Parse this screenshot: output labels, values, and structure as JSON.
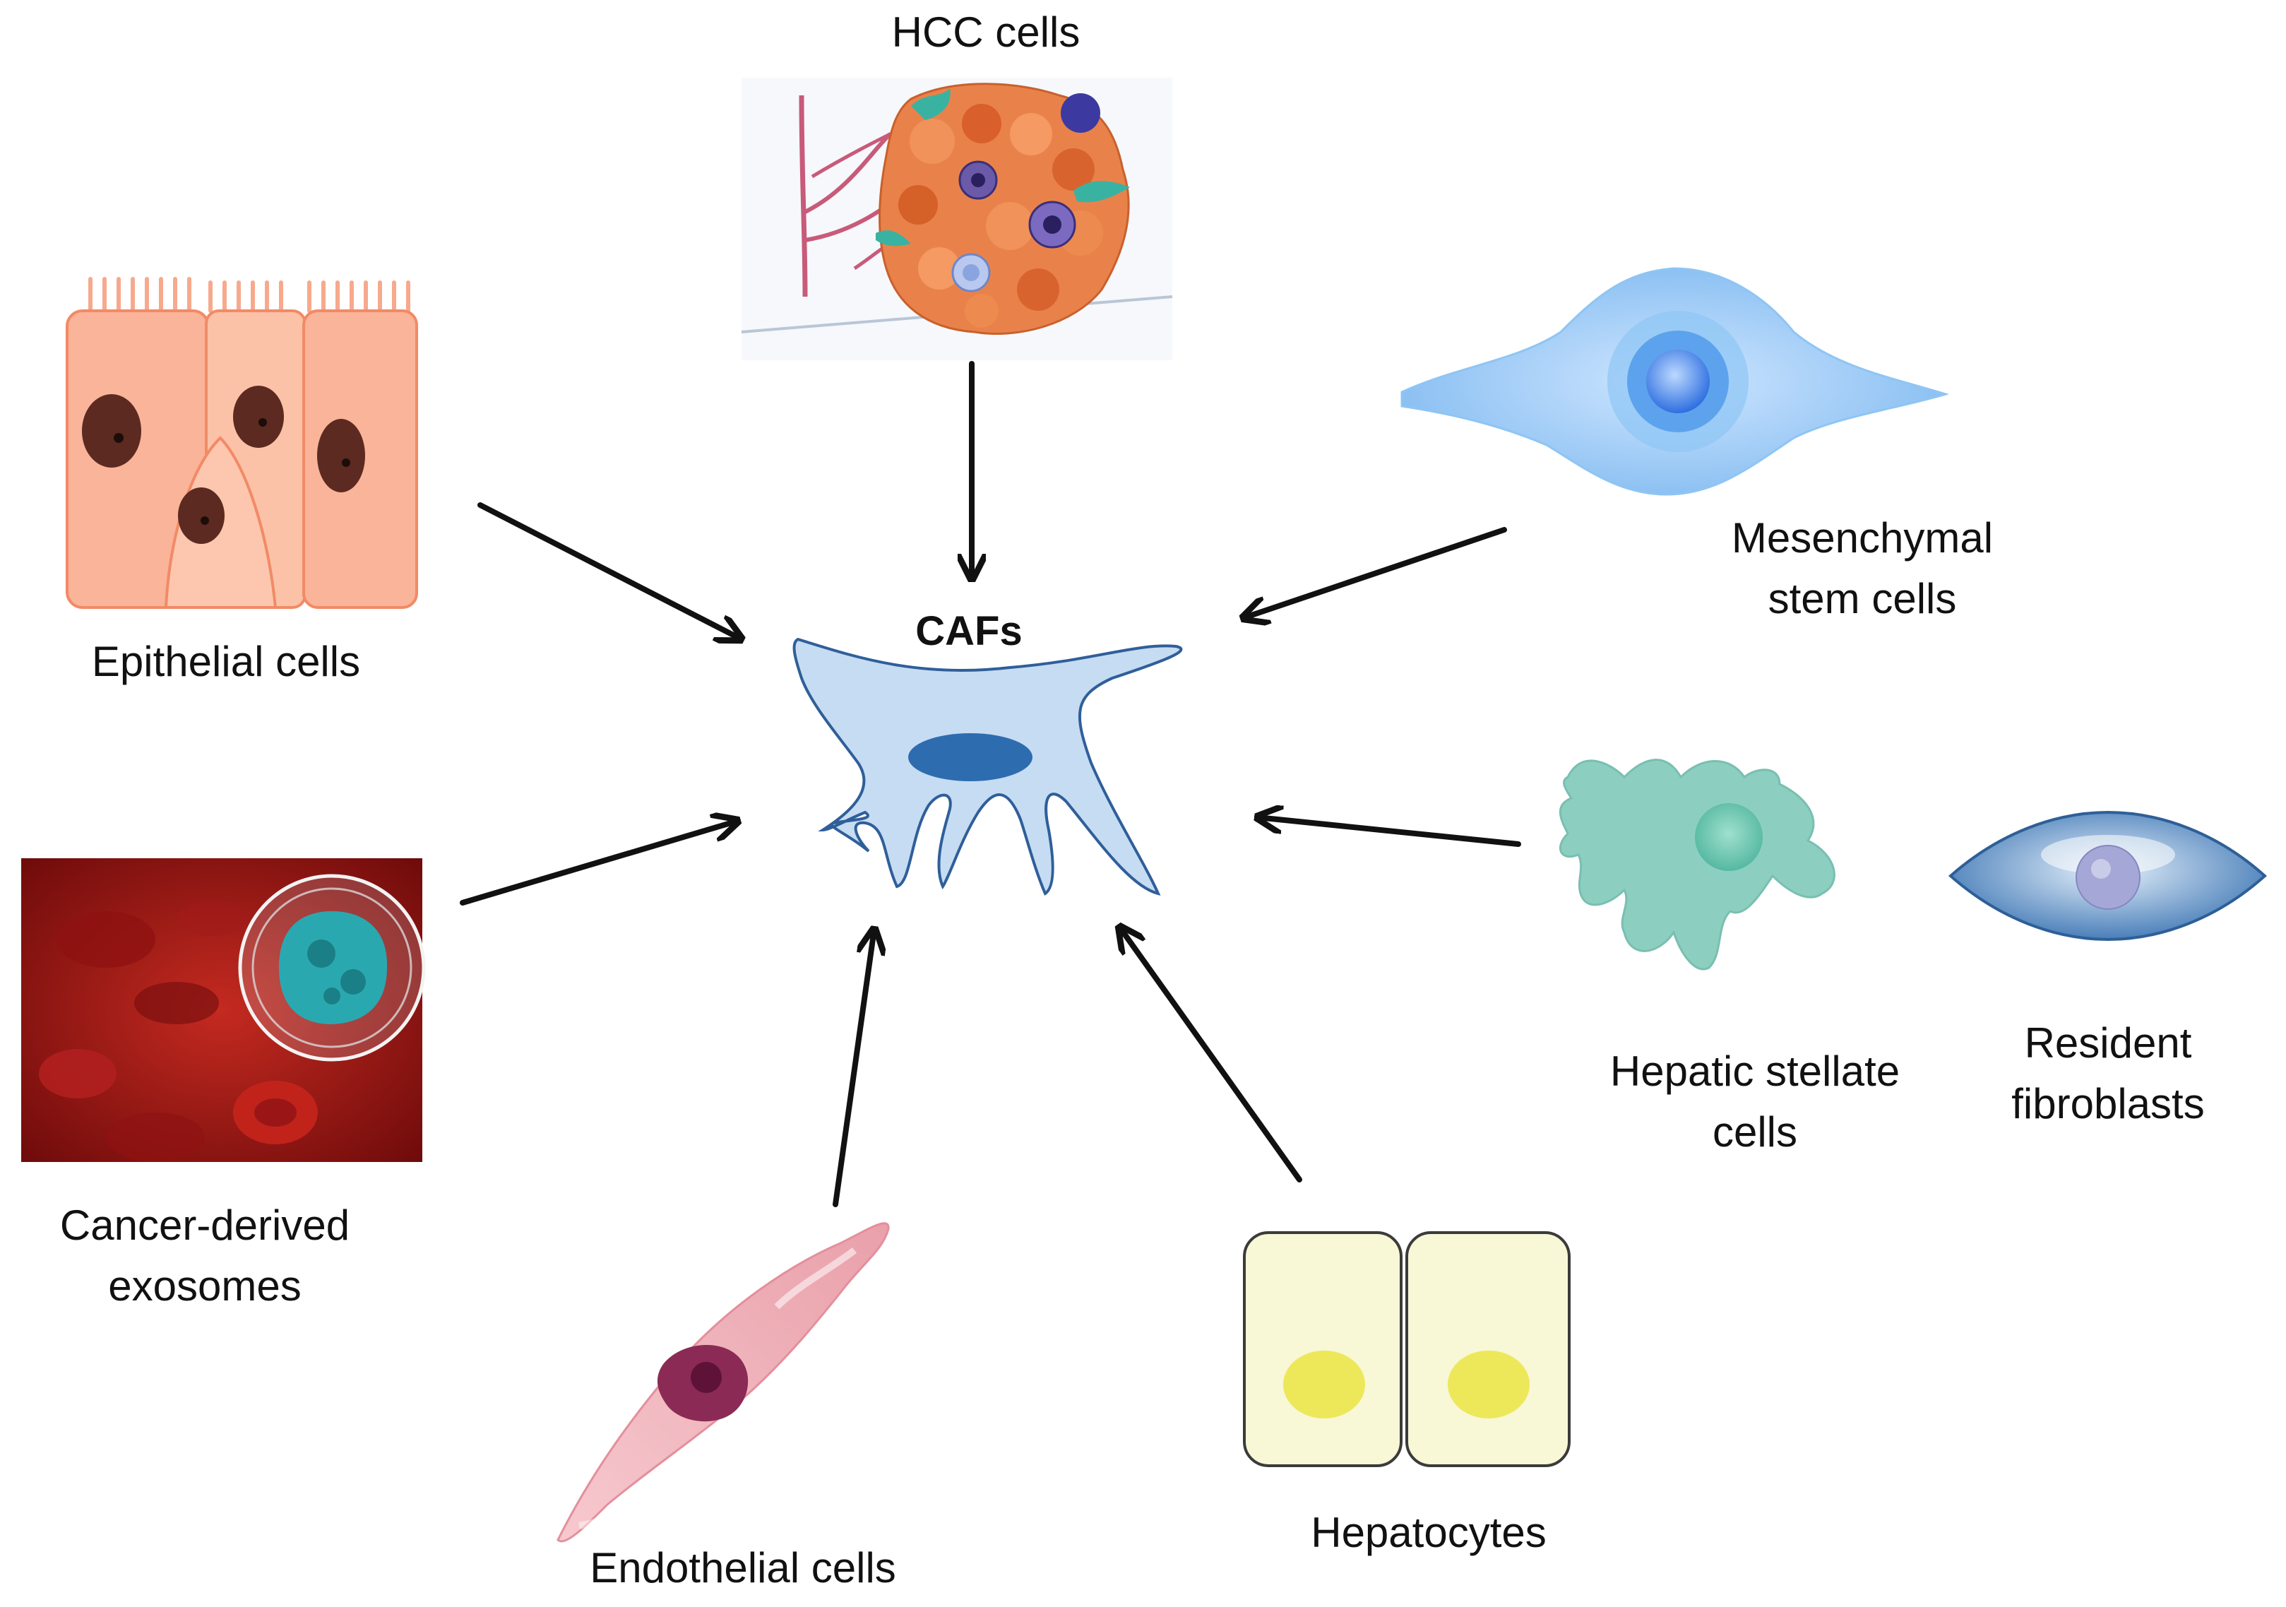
{
  "center": {
    "label": "CAFs"
  },
  "sources": {
    "hcc": {
      "line1": "HCC cells"
    },
    "epithelial": {
      "line1": "Epithelial cells"
    },
    "msc": {
      "line1": "Mesenchymal",
      "line2": "stem cells"
    },
    "exosomes": {
      "line1": "Cancer-derived",
      "line2": "exosomes"
    },
    "stellate": {
      "line1": "Hepatic stellate",
      "line2": "cells"
    },
    "resident": {
      "line1": "Resident",
      "line2": "fibroblasts"
    },
    "endothelial": {
      "line1": "Endothelial cells"
    },
    "hepatocytes": {
      "line1": "Hepatocytes"
    }
  },
  "colors": {
    "caf_fill": "#c6dcf2",
    "caf_stroke": "#2f5f9a",
    "caf_nucleus": "#2e6cb0",
    "epithelial": "#f7a98d",
    "msc": "#8fc3f2",
    "exosome_bg": "#a51c1c",
    "stellate": "#8ccfc1",
    "resident": "#6f9cc9",
    "endothelial": "#f2b6bf",
    "hepatocyte": "#f8f7d6",
    "hepatocyte_nucleus": "#ece85a",
    "arrow": "#111111"
  }
}
